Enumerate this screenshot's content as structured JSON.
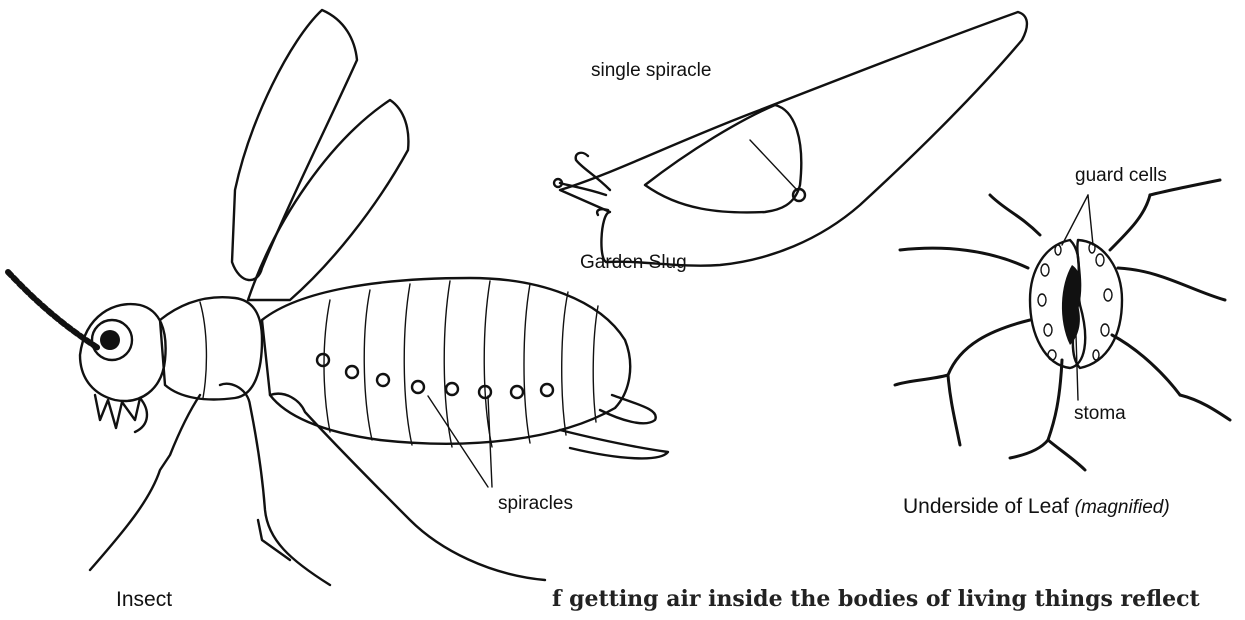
{
  "labels": {
    "single_spiracle": "single spiracle",
    "garden_slug": "Garden Slug",
    "guard_cells": "guard cells",
    "stoma": "stoma",
    "underside_leaf": "Underside of Leaf",
    "magnified": "(magnified)",
    "spiracles": "spiracles",
    "insect": "Insect",
    "caption_fragment": "f getting air inside the bodies of living things reflect"
  }
}
